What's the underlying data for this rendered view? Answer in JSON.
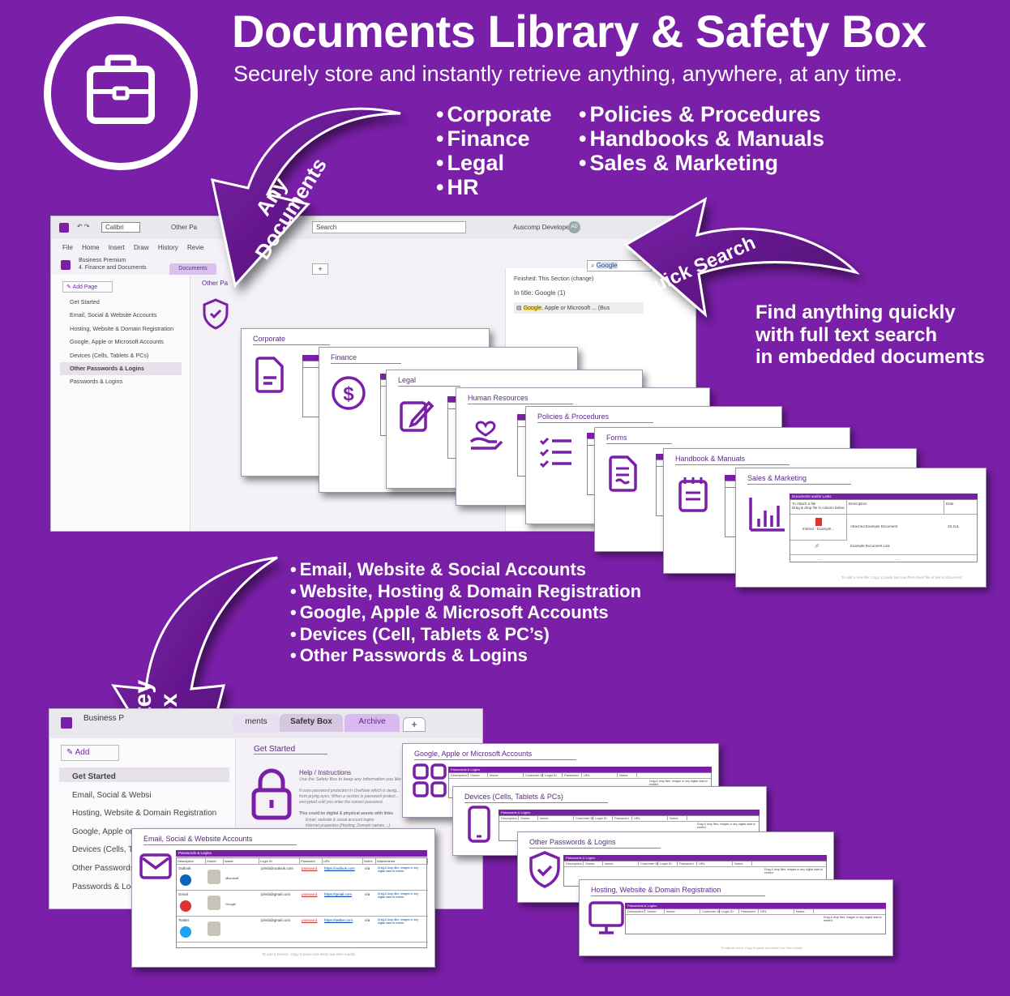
{
  "header": {
    "title": "Documents Library & Safety Box",
    "subtitle": "Securely store and instantly retrieve anything, anywhere, at any time."
  },
  "categories_left": [
    "Corporate",
    "Finance",
    "Legal",
    "HR"
  ],
  "categories_right": [
    "Policies & Procedures",
    "Handbooks & Manuals",
    "Sales & Marketing"
  ],
  "arrows": {
    "any_documents": [
      "Any",
      "Documents"
    ],
    "quick_search": "Quick Search",
    "safety_box": [
      "Saftey",
      "Box"
    ]
  },
  "search_note": [
    "Find anything quickly",
    "with full text search",
    "in embedded documents"
  ],
  "accounts_list": [
    "Email, Website & Social Accounts",
    "Website, Hosting & Domain Registration",
    "Google, Apple & Microsoft Accounts",
    "Devices (Cell, Tablets & PC’s)",
    "Other Passwords & Logins"
  ],
  "onenote": {
    "font": "Calibri",
    "title_short": "Other Pa",
    "search_placeholder": "Search",
    "user": "Auscomp Developer",
    "user_initials": "AD",
    "menu": [
      "File",
      "Home",
      "Insert",
      "Draw",
      "History",
      "Revie"
    ],
    "notebook": "Business Premium",
    "section": "4. Finance and Documents",
    "tab_active": "Documents",
    "tab_add": "+",
    "add_page": "Add Page",
    "pages": [
      "Get Started",
      "Email, Social & Website Accounts",
      "Hosting, Website & Domain Registration",
      "Google, Apple or Microsoft Accounts",
      "Devices (Cells, Tablets & PCs)",
      "Other Passwords & Logins",
      "Passwords & Logins"
    ],
    "page_title_short": "Other Pa",
    "search_query": "Google",
    "search_scope": "Finished:  This Section (change)",
    "search_in_title": "In title:  Google (1)",
    "search_result_hl": "Google",
    "search_result_rest": ", Apple or Microsoft ...",
    "search_result_tail": "(Bus"
  },
  "doc_cards": [
    "Corporate",
    "Finance",
    "Legal",
    "Human Resources",
    "Policies & Procedures",
    "Forms",
    "Handbook & Manuals",
    "Sales & Marketing"
  ],
  "sales_card": {
    "band": "Documents and/or Links",
    "cols": [
      "To Attach a file\nDrag & drop file in column below",
      "Description",
      "Date"
    ],
    "row1_file": "Intrend - Example...",
    "row1_desc": "Attached Example Document",
    "row1_date": "15 JUL",
    "row2_desc": "Example Document Link",
    "row3": "...",
    "footer": "To add a new file: Copy & paste last row then insert file or link to document"
  },
  "table_header": [
    "Description",
    "Owner",
    "Issuer",
    "Customer ID",
    "Login ID",
    "Password",
    "URL",
    "Notes"
  ],
  "safety": {
    "notebook": "Business P",
    "tabs": [
      "ments",
      "Safety Box",
      "Archive",
      "+"
    ],
    "add": "Add",
    "pages": [
      "Get Started",
      "Email, Social & Websi",
      "Hosting, Website & Domain Registration",
      "Google, Apple or",
      "Devices (Cells, Tal",
      "Other Passwords",
      "Passwords & Log"
    ],
    "page_title": "Get Started",
    "help_title": "Help / Instructions",
    "help_sub": "Use the Safety Box to keep any information you like",
    "help_body": "It uses password protection in OneNote which is desig... from prying eyes. When a section is password protect... encrypted until you enter the correct password.",
    "help_list_title": "This could be digital & physical assets with links",
    "help_list": [
      "Email, website & social account logins",
      "Internet properties (Hosting, Domain names ...)"
    ]
  },
  "email_card": {
    "title": "Email, Social & Website Accounts",
    "band": "Passwords & Logins",
    "cols": [
      "Description",
      "Owner",
      "Issuer",
      "Login ID",
      "Password",
      "URL",
      "Notes",
      "Attachments"
    ],
    "rows": [
      {
        "desc": "Outlook",
        "issuer": "Microsoft",
        "login": "johnb@outlook.com",
        "pw": "password",
        "url": "https://outlook.com",
        "notes": "n/a"
      },
      {
        "desc": "Gmail",
        "issuer": "Google",
        "login": "johnb@gmail.com",
        "pw": "password",
        "url": "https://gmail.com",
        "notes": "n/a"
      },
      {
        "desc": "Twitter",
        "issuer": "",
        "login": "johnb@gmail.com",
        "pw": "password",
        "url": "https://twitter.com",
        "notes": "n/a"
      }
    ],
    "footer": "To add a person: Copy & paste last detail row then modify"
  },
  "safety_cards": [
    "Google, Apple or Microsoft Accounts",
    "Devices (Cells, Tablets & PCs)",
    "Other Passwords & Logins",
    "Hosting, Website & Domain Registration"
  ],
  "card_band": "Passwords & Logins",
  "card_attach_note": "Drag & drop files, images or any digital data to embed",
  "card_footer": "To add an entry: Copy & paste last detail row then modify",
  "colors": {
    "brand": "#7a1fa8",
    "icon": "#7a1fa8",
    "paper": "#ffffff"
  }
}
